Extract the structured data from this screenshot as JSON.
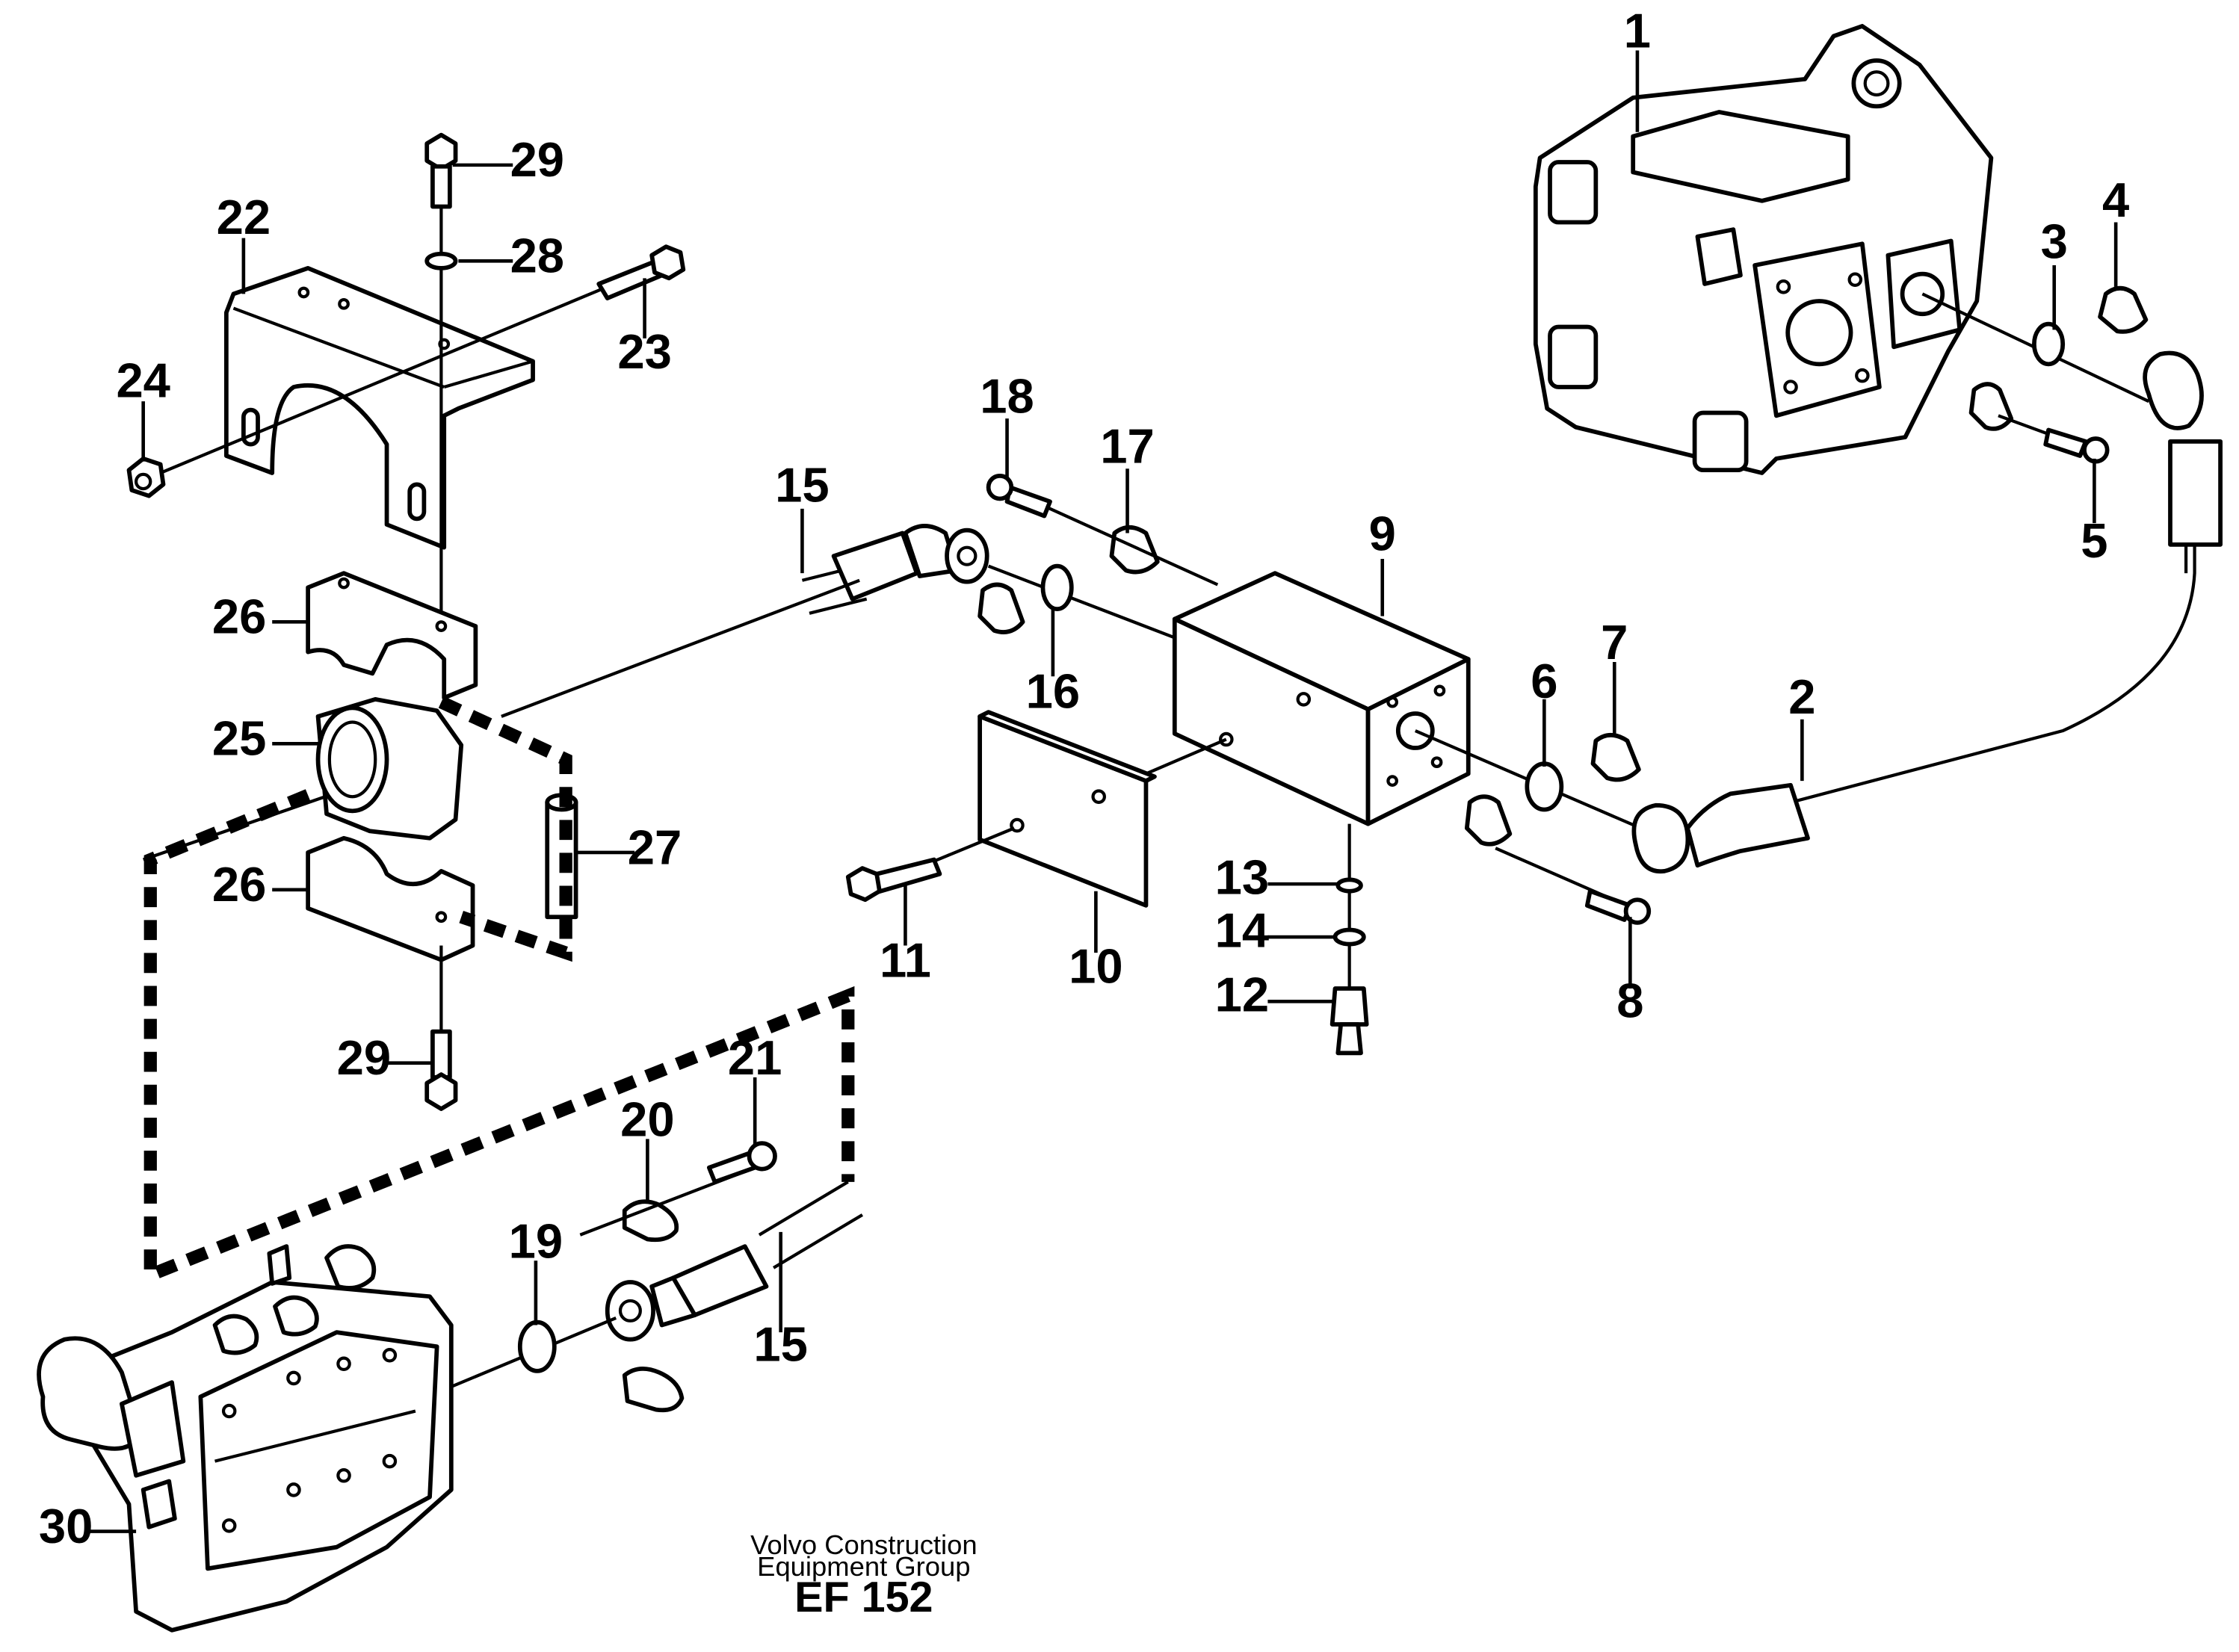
{
  "callouts": {
    "c1": "1",
    "c2": "2",
    "c3": "3",
    "c4": "4",
    "c5": "5",
    "c6": "6",
    "c7": "7",
    "c8": "8",
    "c9": "9",
    "c10": "10",
    "c11": "11",
    "c12": "12",
    "c13": "13",
    "c14": "14",
    "c15a": "15",
    "c15b": "15",
    "c16": "16",
    "c17": "17",
    "c18": "18",
    "c19": "19",
    "c20": "20",
    "c21": "21",
    "c22": "22",
    "c23": "23",
    "c24": "24",
    "c25": "25",
    "c26a": "26",
    "c26b": "26",
    "c27": "27",
    "c28": "28",
    "c29a": "29",
    "c29b": "29",
    "c30": "30"
  },
  "footer": {
    "line1": "Volvo Construction",
    "line2": "Equipment Group",
    "code": "EF 152"
  }
}
